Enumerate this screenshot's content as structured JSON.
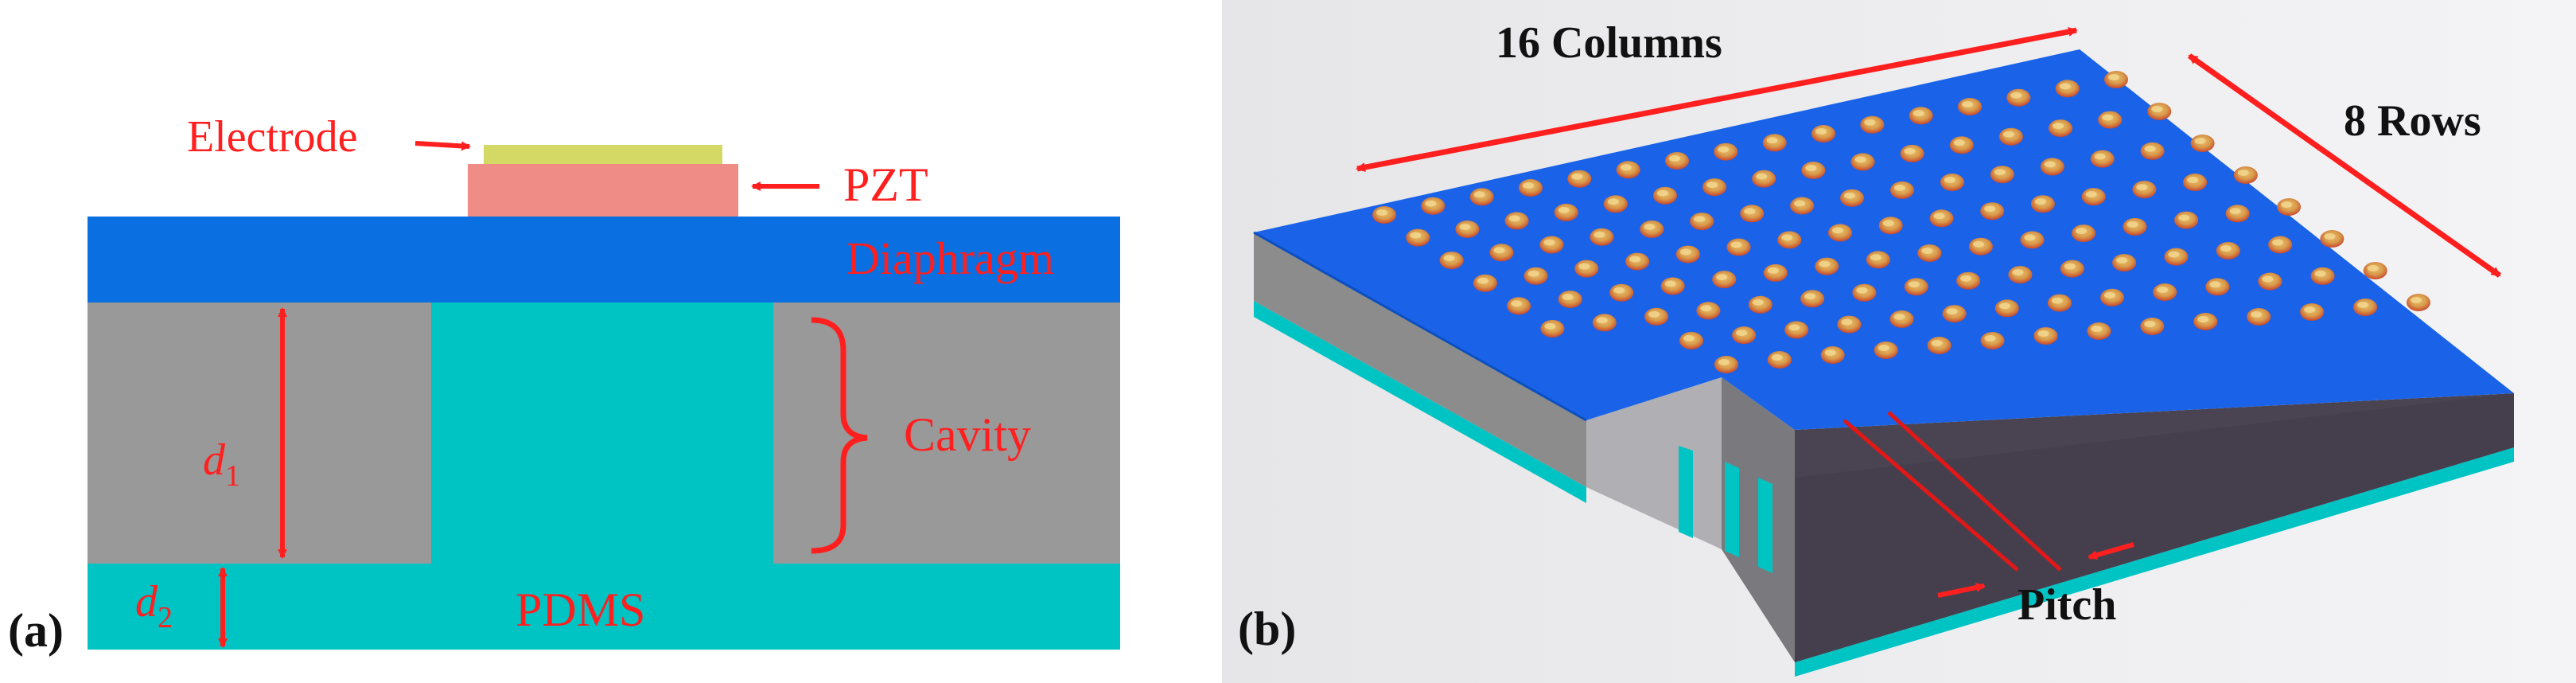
{
  "panel_a": {
    "tag": "(a)",
    "labels": {
      "electrode": "Electrode",
      "pzt": "PZT",
      "diaphragm": "Diaphragm",
      "cavity": "Cavity",
      "pdms": "PDMS",
      "d1_base": "d",
      "d1_sub": "1",
      "d2_base": "d",
      "d2_sub": "2"
    },
    "colors": {
      "electrode": "#d4d864",
      "pzt": "#f08c86",
      "diaphragm": "#0a6fe0",
      "substrate": "#999999",
      "pdms": "#00c4c4",
      "annotation": "#ff1f1f"
    }
  },
  "panel_b": {
    "tag": "(b)",
    "labels": {
      "columns": "16 Columns",
      "rows": "8 Rows",
      "pitch": "Pitch"
    },
    "array": {
      "columns": 16,
      "rows": 8
    },
    "colors": {
      "top": "#1a63e8",
      "front": "#8c8c8c",
      "side": "#4a4452",
      "pdms": "#00c4c4",
      "element_outer": "#e0b55a",
      "element_inner": "#d0503c",
      "annotation": "#ff1f1f"
    }
  }
}
